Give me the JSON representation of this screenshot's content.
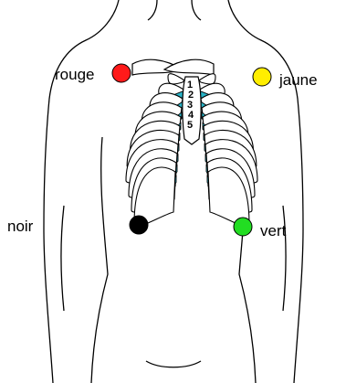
{
  "colors": {
    "outline": "#000000",
    "cartilage": "#29b3c7",
    "background": "#ffffff"
  },
  "electrodes": [
    {
      "label": "rouge",
      "color": "#ff1a1a"
    },
    {
      "label": "jaune",
      "color": "#ffee00"
    },
    {
      "label": "noir",
      "color": "#000000"
    },
    {
      "label": "vert",
      "color": "#22dd22"
    }
  ],
  "rib_numbers": [
    "1",
    "2",
    "3",
    "4",
    "5"
  ]
}
